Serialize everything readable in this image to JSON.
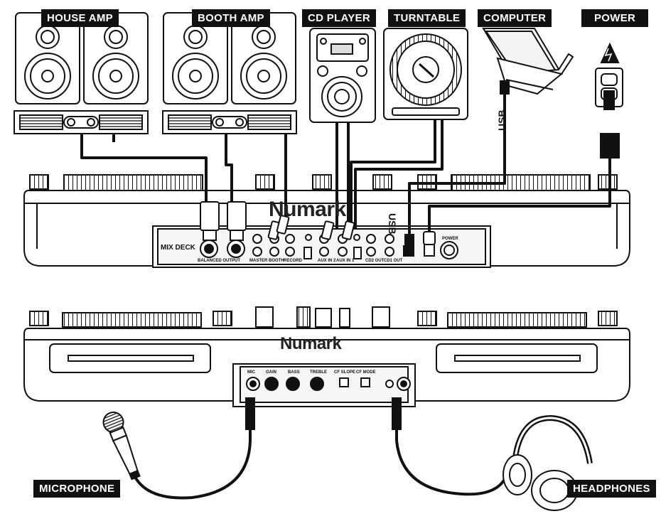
{
  "labels": {
    "house_amp": "HOUSE AMP",
    "booth_amp": "BOOTH AMP",
    "cd_player": "CD PLAYER",
    "turntable": "TURNTABLE",
    "computer": "COMPUTER",
    "power": "POWER",
    "microphone": "MICROPHONE",
    "headphones": "HEADPHONES"
  },
  "brand": "Numark",
  "rear_panel": {
    "title": "MIX DECK",
    "usb_vertical": "USB",
    "usb_cable": "USB",
    "power_label": "POWER",
    "balanced_output": "BALANCED OUTPUT",
    "master": "MASTER",
    "booth": "BOOTH",
    "record": "RECORD",
    "aux_in_2": "AUX IN 2",
    "aux_in_1": "AUX IN 1",
    "cd2_out": "CD2 OUT",
    "cd1_out": "CD1 OUT"
  },
  "front_panel": {
    "mic": "MIC",
    "gain": "GAIN",
    "bass": "BASS",
    "treble": "TREBLE",
    "cf_slope": "CF SLOPE",
    "cf_mode": "CF MODE"
  },
  "colors": {
    "line": "#111111",
    "label_bg": "#111111",
    "label_text": "#ffffff",
    "body_fill": "#ffffff",
    "panel_fill": "#e8e8e8"
  }
}
